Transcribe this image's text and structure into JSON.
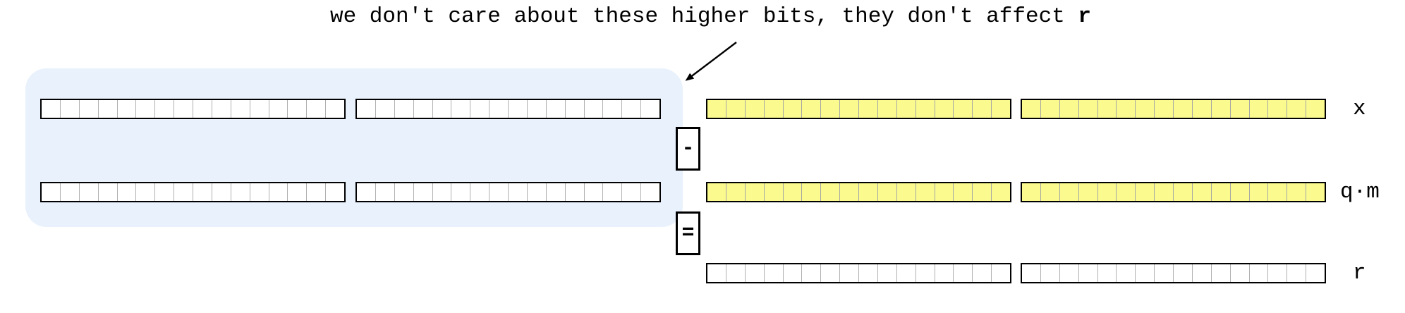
{
  "annotation": {
    "text_normal": "we don't care about these higher bits, they don't affect ",
    "text_bold": "r"
  },
  "rows": {
    "x": {
      "label": "x"
    },
    "qm": {
      "label": "q·m"
    },
    "r": {
      "label": "r"
    }
  },
  "operators": {
    "subtract": "-",
    "equals": "="
  },
  "grid": {
    "cells_per_block": 16,
    "blocks_per_row": 4,
    "r_row_blocks": 2
  },
  "colors": {
    "highlight_region": "#e8f1fc",
    "yellow_fill": "#fafa8f",
    "white_fill": "#ffffff",
    "divider_white": "#b0b0b0",
    "divider_yellow": "#a6a6a6",
    "border": "#000000",
    "arrow": "#000000"
  }
}
